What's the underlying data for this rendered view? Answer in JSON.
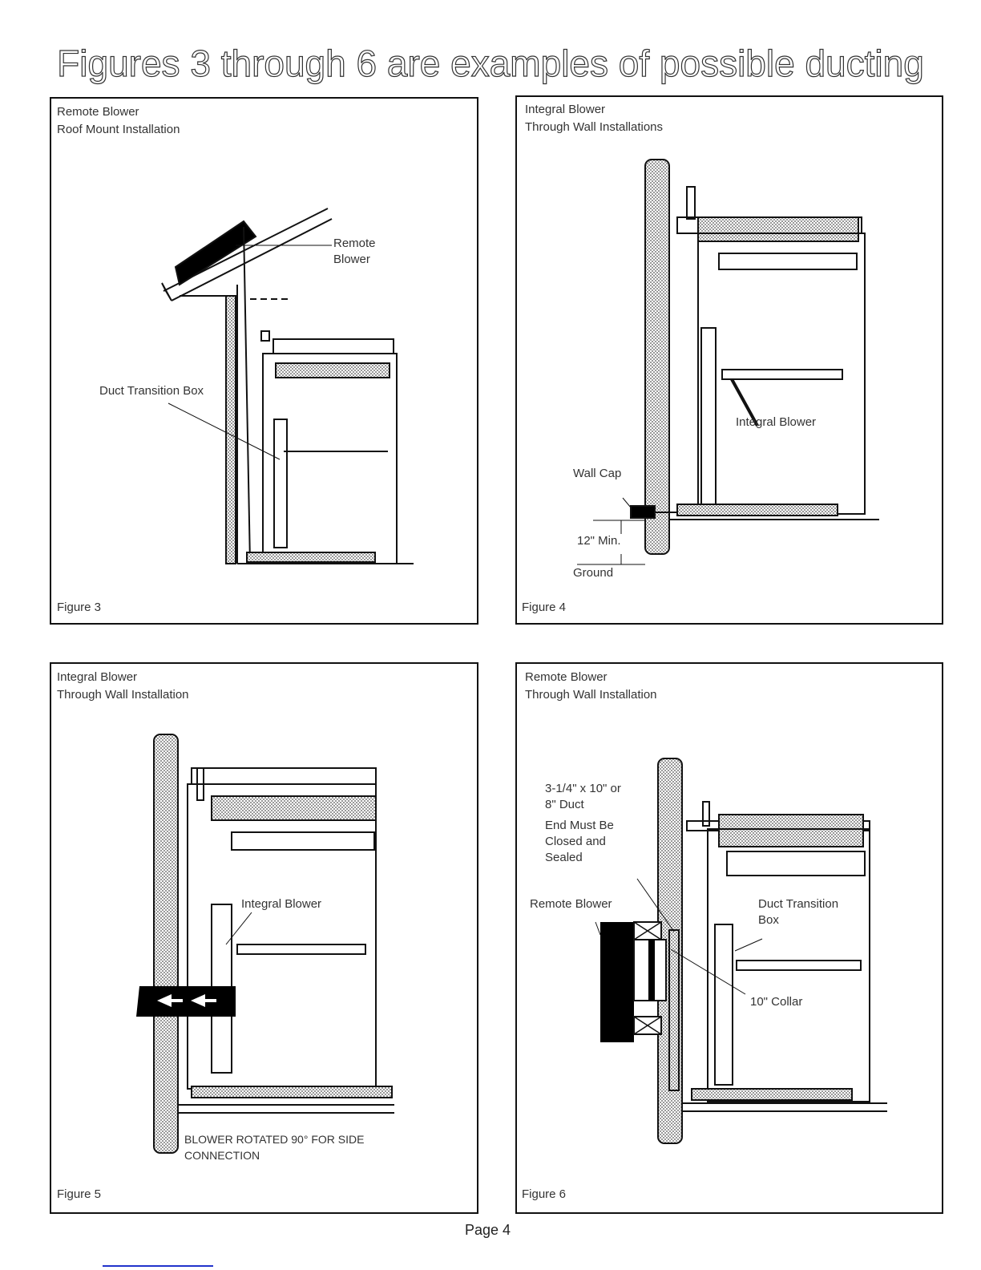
{
  "title": "Figures 3 through 6 are examples of possible ducting",
  "figures": [
    {
      "heading_line1": "Remote Blower",
      "heading_line2": "Roof Mount Installation",
      "caption": "Figure 3",
      "callouts": [
        "Remote",
        "Blower",
        "Duct Transition Box"
      ]
    },
    {
      "heading_line1": "Integral Blower",
      "heading_line2": "Through Wall Installations",
      "caption": "Figure 4",
      "callouts": [
        "Integral Blower",
        "Wall Cap",
        "12\" Min.",
        "Ground"
      ]
    },
    {
      "heading_line1": "Integral Blower",
      "heading_line2": "Through Wall Installation",
      "caption": "Figure 5",
      "callouts": [
        "Integral Blower",
        "BLOWER ROTATED 90° FOR SIDE",
        "CONNECTION"
      ]
    },
    {
      "heading_line1": "Remote Blower",
      "heading_line2": "Through Wall Installation",
      "caption": "Figure 6",
      "callouts": [
        "3-1/4\" x 10\" or",
        "8\" Duct",
        "End Must Be",
        "Closed and",
        "Sealed",
        "Remote Blower",
        "Duct Transition",
        "Box",
        "10\" Collar"
      ]
    }
  ],
  "footer": {
    "page": "Page 4"
  },
  "colors": {
    "line": "#111111",
    "hatch": "#bbbbbb",
    "link_bar": "#2233cc"
  }
}
